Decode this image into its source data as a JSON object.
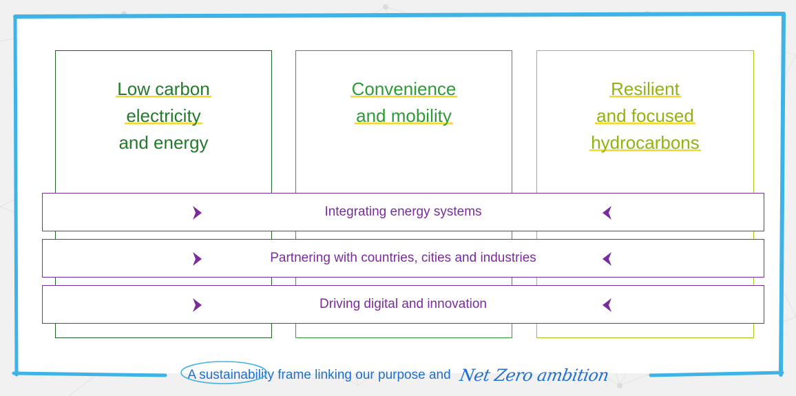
{
  "pillars": [
    {
      "lines": [
        "Low carbon",
        "electricity",
        "and energy"
      ],
      "color": "#237a2b"
    },
    {
      "lines": [
        "Convenience",
        "and mobility"
      ],
      "color": "#2f9a38"
    },
    {
      "lines": [
        "Resilient",
        "and focused",
        "hydrocarbons"
      ],
      "color": "#8fb40f"
    }
  ],
  "bands": [
    {
      "label": "Integrating energy systems"
    },
    {
      "label": "Partnering with countries, cities and industries"
    },
    {
      "label": "Driving digital and innovation"
    }
  ],
  "caption": {
    "text": "A sustainability frame linking our purpose and",
    "brand": "Net Zero ambition"
  },
  "colors": {
    "frame": "#3fb2e6",
    "band": "#7a2b9c",
    "highlight": "#f3d925"
  }
}
